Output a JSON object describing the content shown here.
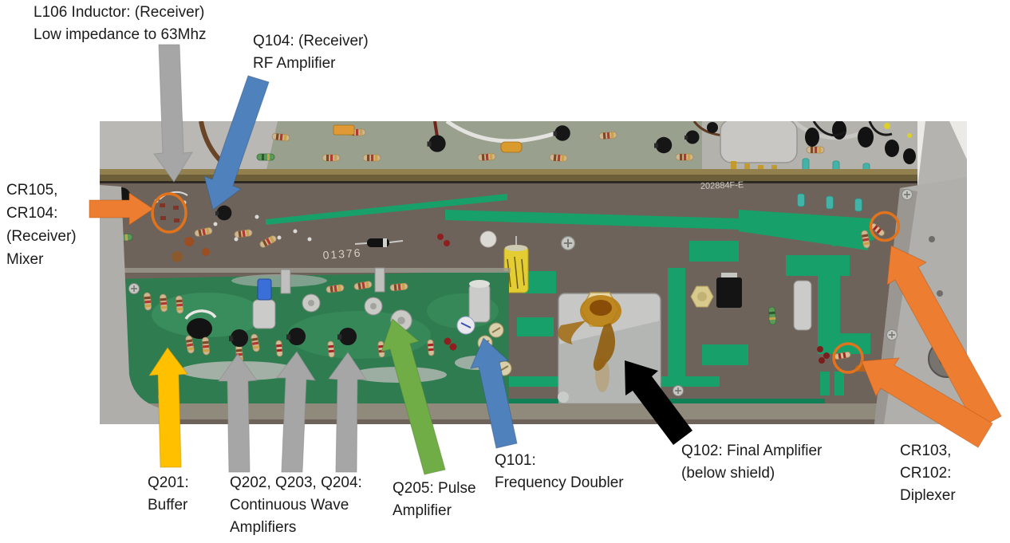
{
  "page": {
    "type": "Annotated circuit-board photograph",
    "background": "#ffffff"
  },
  "photo": {
    "silkscreen_marking": "01376",
    "handwritten_marking": "202884F-E"
  },
  "annotation_colors": {
    "highlight_circle": "#e2731d",
    "gray": "#a6a6a6",
    "blue": "#4f81bd",
    "orange": "#ed7d31",
    "yellow": "#ffc000",
    "green": "#70ad47",
    "black": "#000000"
  },
  "annotations": {
    "l106": {
      "line1": "L106 Inductor: (Receiver)",
      "line2": "Low impedance to 63Mhz",
      "arrow_color": "#a6a6a6"
    },
    "q104": {
      "line1": "Q104: (Receiver)",
      "line2": "RF Amplifier",
      "arrow_color": "#4f81bd"
    },
    "cr105_cr104": {
      "line1": "CR105,",
      "line2": "CR104:",
      "line3": "(Receiver)",
      "line4": "Mixer",
      "arrow_color": "#ed7d31"
    },
    "q201": {
      "line1": "Q201:",
      "line2": "Buffer",
      "arrow_color": "#ffc000"
    },
    "q202_q203_q204": {
      "line1": "Q202, Q203, Q204:",
      "line2": "Continuous Wave",
      "line3": "Amplifiers",
      "arrow_color": "#a6a6a6"
    },
    "q205": {
      "line1": "Q205: Pulse",
      "line2": "Amplifier",
      "arrow_color": "#70ad47"
    },
    "q101": {
      "line1": "Q101:",
      "line2": "Frequency Doubler",
      "arrow_color": "#4f81bd"
    },
    "q102": {
      "line1": "Q102: Final Amplifier",
      "line2": "(below shield)",
      "arrow_color": "#000000"
    },
    "cr103_cr102": {
      "line1": "CR103,",
      "line2": "CR102:",
      "line3": "Diplexer",
      "arrow_color": "#ed7d31"
    }
  }
}
